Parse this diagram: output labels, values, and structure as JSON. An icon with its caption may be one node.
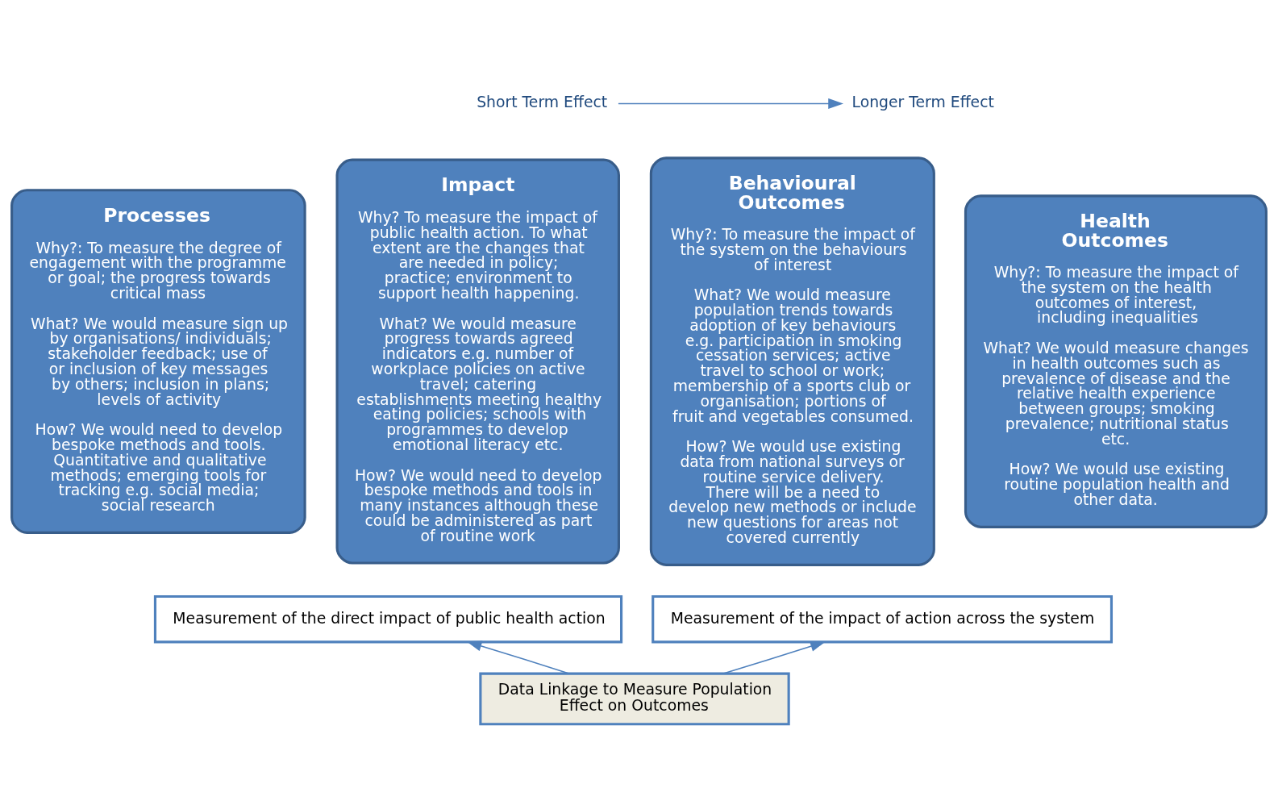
{
  "diagram": {
    "nodes": [
      {
        "text": [
          "Short Term Effect"
        ]
      },
      {
        "text": [
          "Longer Term Effect"
        ]
      },
      {
        "text": [
          "Processes",
          "Why?: To measure the degree of engagement with the programme or goal; the progress towards critical mass",
          "What? We would measure sign up by organisations/ individuals; stakeholder feedback; use of or inclusion of key messages by others; inclusion in plans; levels of activity",
          "How? We would need to develop bespoke methods and tools. Quantitative and qualitative methods; emerging tools for tracking e.g. social media; social research"
        ]
      },
      {
        "text": [
          "Impact",
          "Why? To measure the impact of public health action. To what extent are the changes that are needed in policy; practice; environment to support health happening.",
          "What? We would measure progress towards agreed indicators e.g. number of workplace policies on active travel; catering establishments meeting healthy eating policies; schools with programmes to develop emotional literacy etc.",
          "How? We would need to develop bespoke methods and tools in many instances although these could be administered as part of routine work"
        ]
      },
      {
        "text": [
          "Behavioural Outcomes",
          "Why?: To measure the impact of the system on the behaviours of interest",
          "What? We would measure population trends towards adoption of key behaviours e.g. participation in smoking cessation services; active travel to school or work; membership of a sports club or organisation; portions of fruit and vegetables consumed.",
          "How? We would use existing data from national surveys or routine service delivery. There will be a need to develop new methods or include new questions for areas not covered currently"
        ]
      },
      {
        "text": [
          "Health Outcomes",
          "Why?: To measure the impact of the system on the health outcomes of interest, including inequalities",
          "What? We would measure changes in health outcomes such as prevalence of disease and the relative health experience between groups; smoking prevalence; nutritional status etc.",
          "How? We would use existing routine population health and other data."
        ]
      },
      {
        "text": [
          "Measurement of the direct impact of public health action"
        ]
      },
      {
        "text": [
          "Measurement of the impact of action across the system"
        ]
      },
      {
        "text": [
          "Data Linkage to Measure Population Effect on Outcomes"
        ]
      }
    ],
    "edges": [
      {
        "from": 0,
        "to": 1,
        "arrow": "to"
      },
      {
        "from": 8,
        "to": 6,
        "arrow": "to"
      },
      {
        "from": 8,
        "to": 7,
        "arrow": "to"
      }
    ]
  }
}
